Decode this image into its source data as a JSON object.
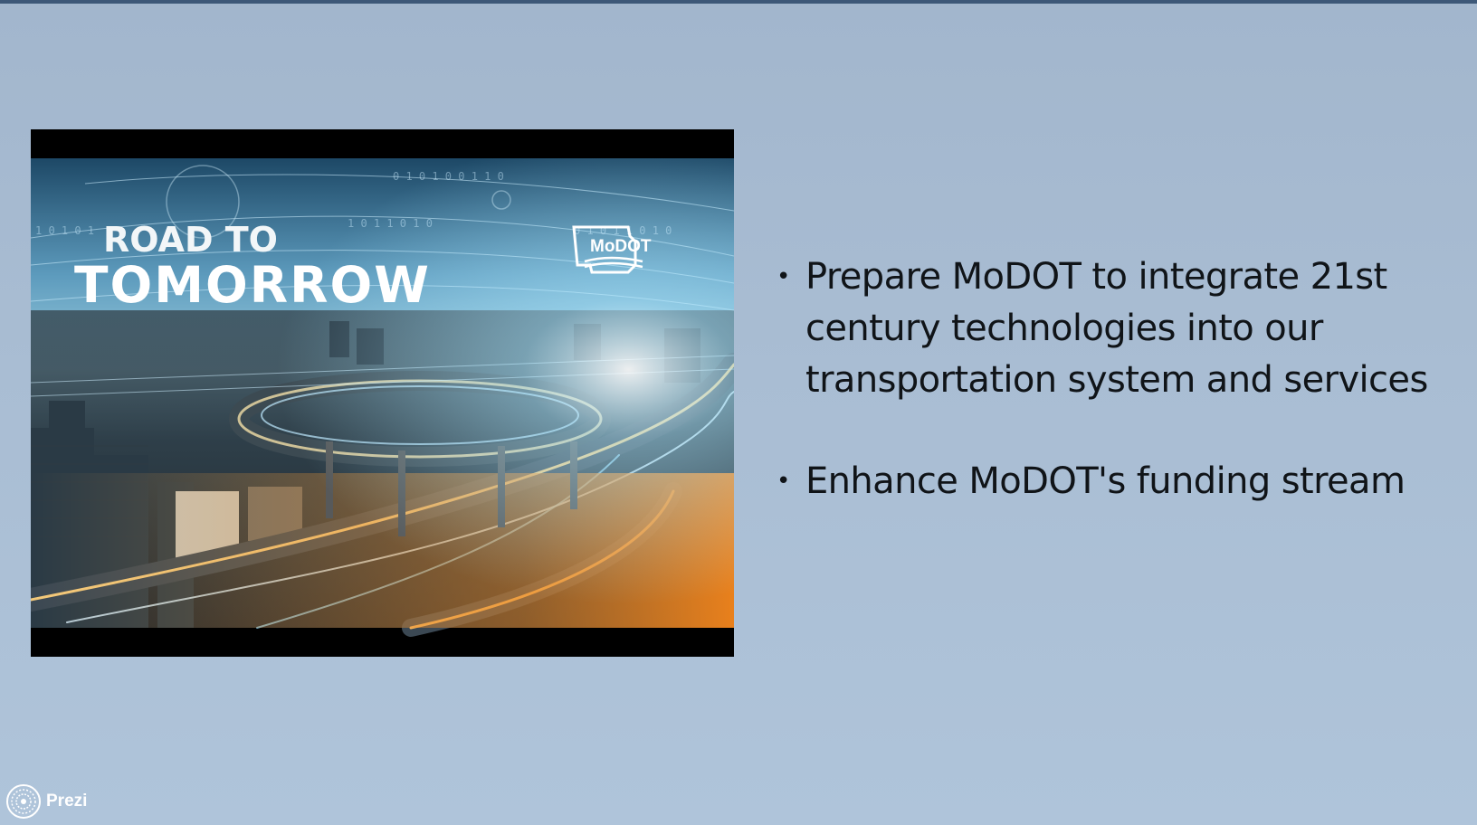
{
  "slide": {
    "image": {
      "headline_line1": "ROAD TO",
      "headline_line2": "TOMORROW",
      "logo_text": "MoDOT"
    },
    "bullets": [
      {
        "text": "Prepare MoDOT to integrate 21st century technologies into our transportation system and services"
      },
      {
        "text": "Enhance MoDOT's funding stream"
      }
    ],
    "bullet_symbol": "•"
  },
  "branding": {
    "app_name": "Prezi",
    "logo_icon": "prezi-logo-icon"
  }
}
